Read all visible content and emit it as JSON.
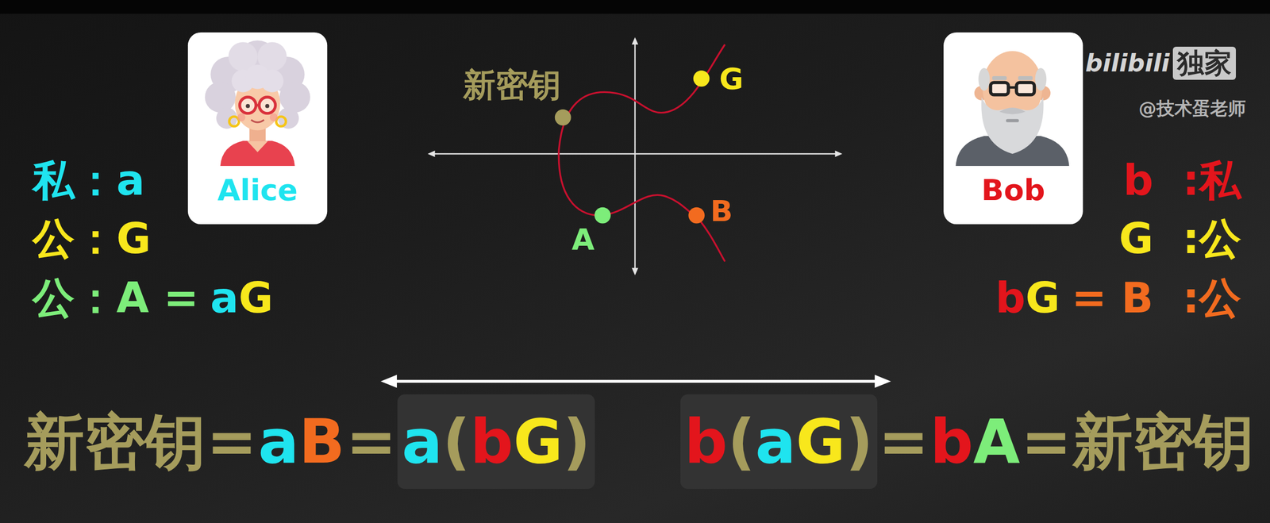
{
  "diagram": {
    "nodes": [
      {
        "text": [
          "Alice"
        ]
      },
      {
        "text": [
          "Bob"
        ]
      },
      {
        "text": [
          "a",
          "(",
          "b",
          "G",
          ")"
        ]
      },
      {
        "text": [
          "b",
          "(",
          "a",
          "G",
          ")"
        ]
      }
    ],
    "labels": [
      "私：a",
      "公：G",
      "公：A =",
      "a",
      "G",
      "b",
      ":私",
      "G",
      ":公",
      "b",
      "G",
      "= B",
      ":公",
      "新密钥",
      "G",
      "A",
      "B",
      "新密钥",
      "=",
      "a",
      "B",
      "=",
      "=",
      "b",
      "A",
      "=",
      "新密钥",
      "bilibili",
      "独家",
      "@技术蛋老师"
    ]
  }
}
